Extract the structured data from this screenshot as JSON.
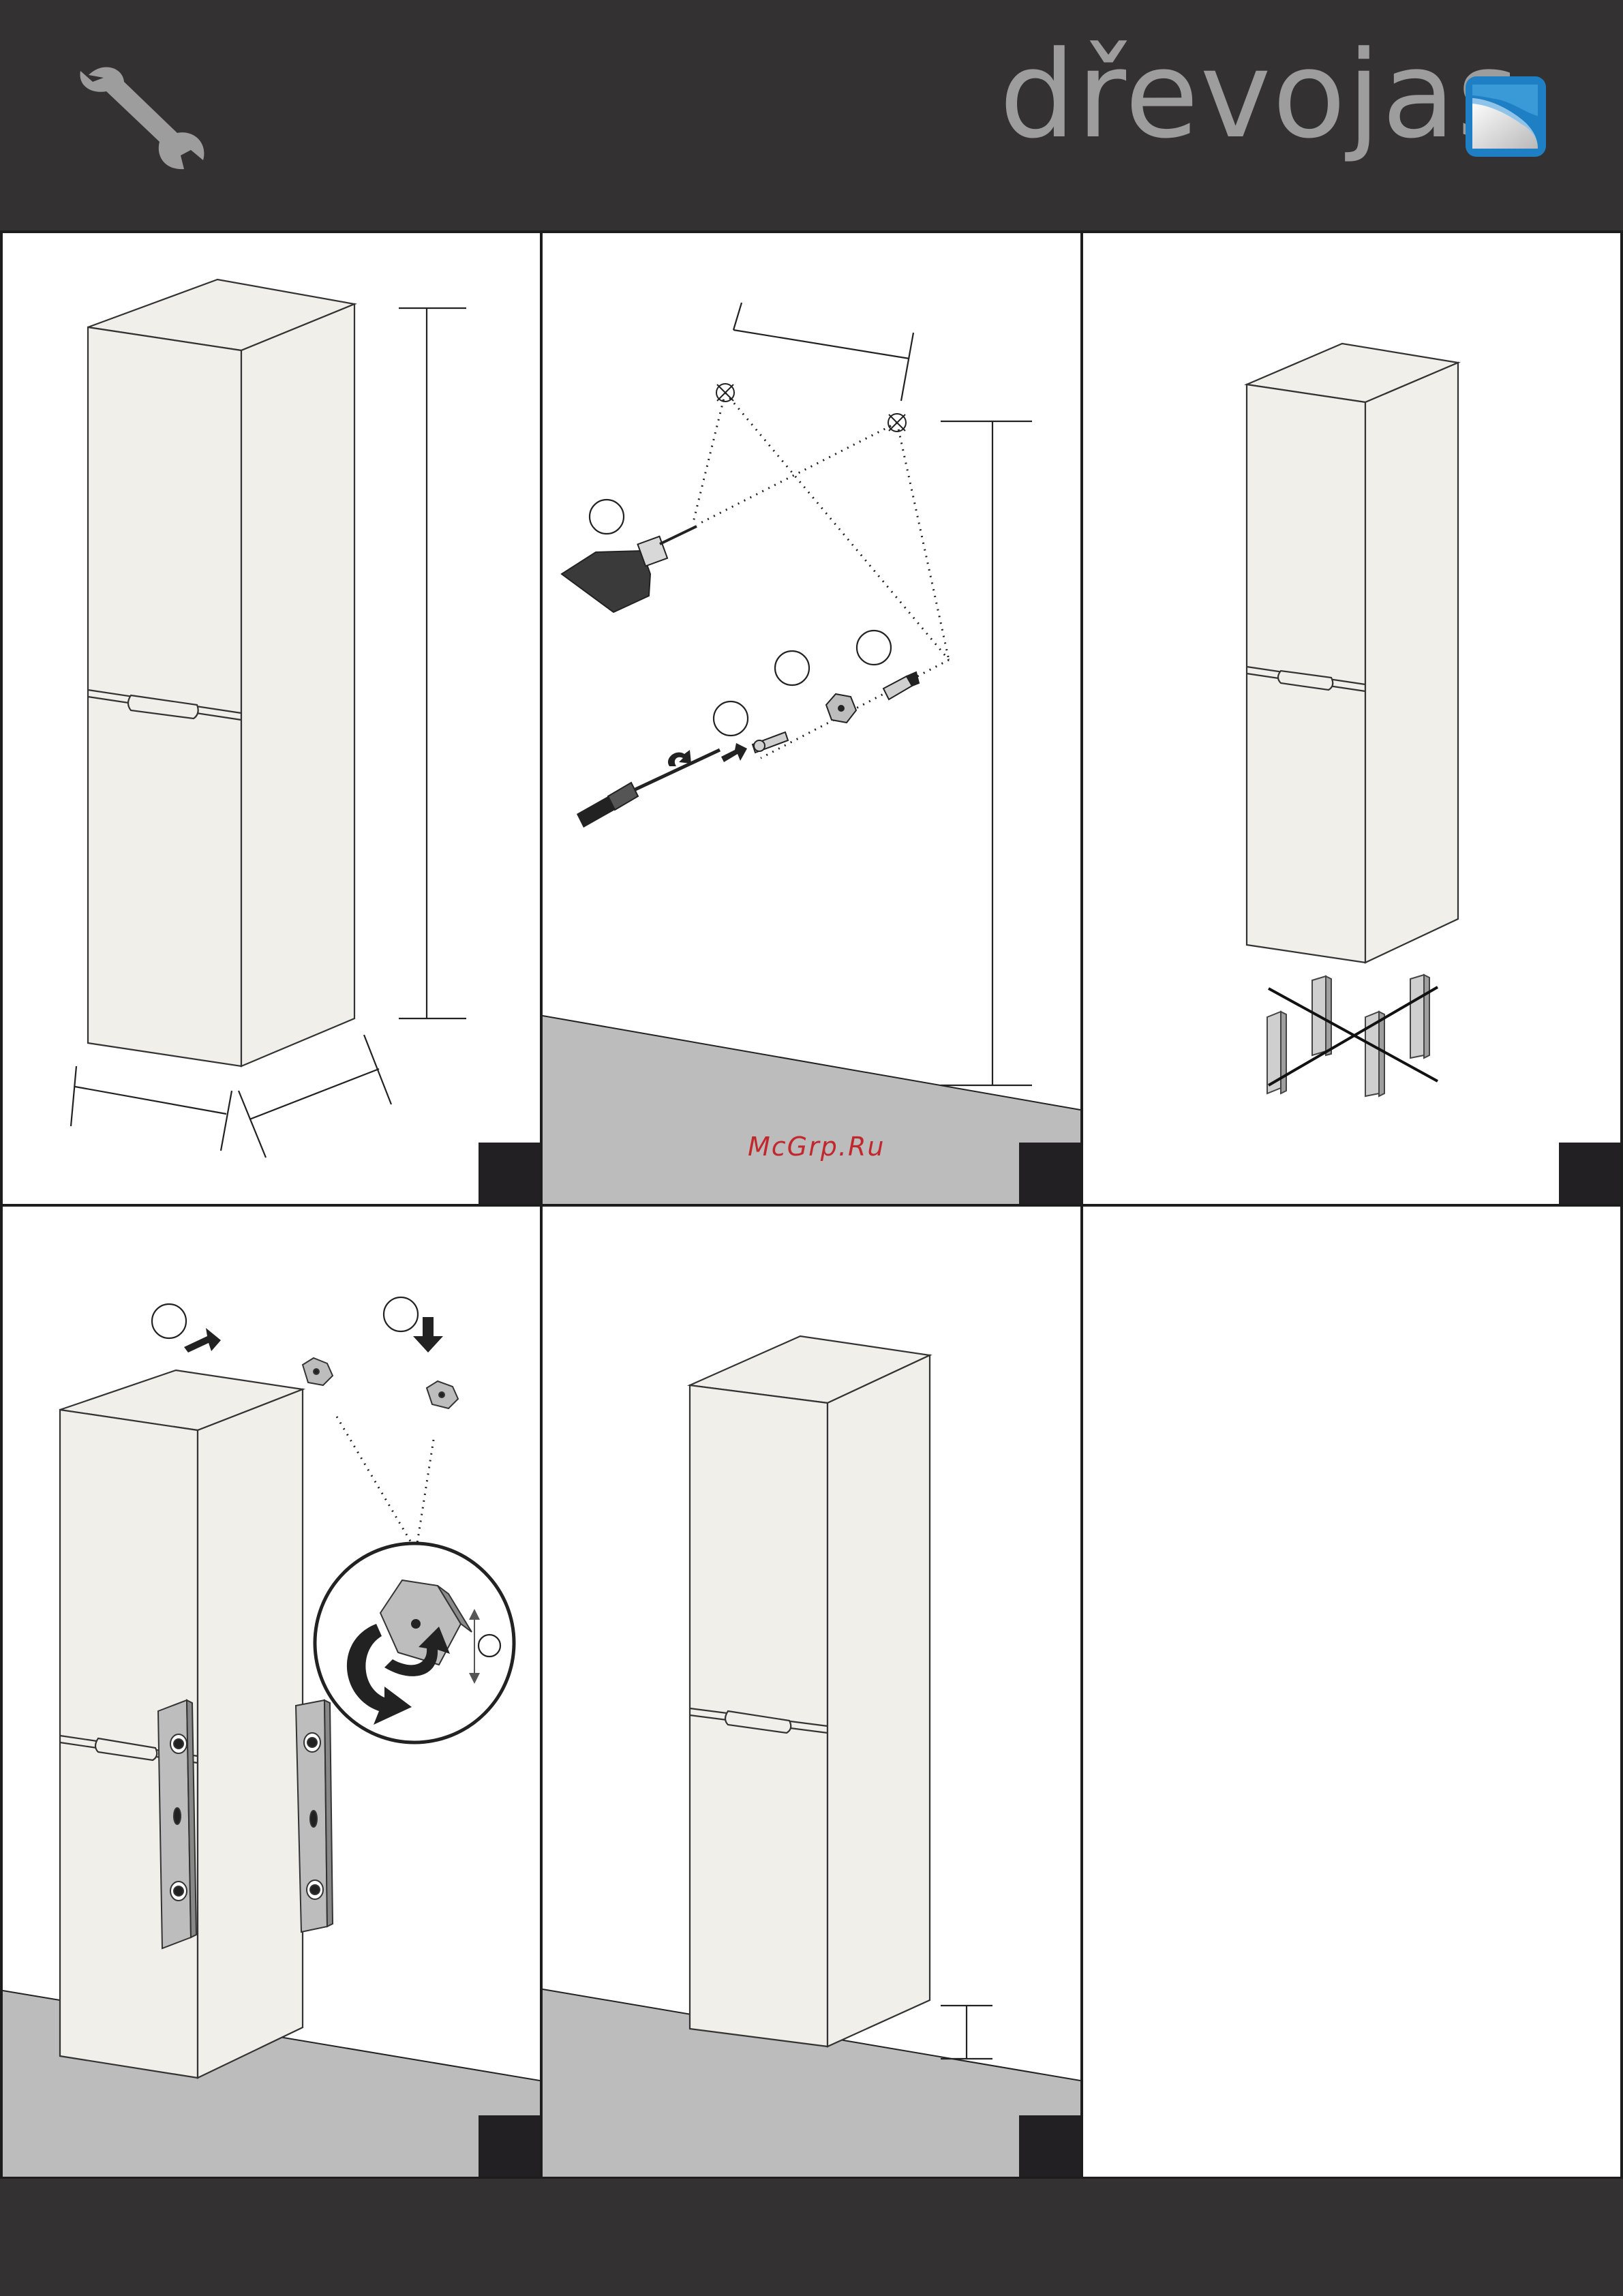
{
  "header": {
    "brand_name": "dřevojas",
    "brand_color": "#9d9d9d",
    "logo_color": "#1f7fc4",
    "tool_icon": "wrench-icon",
    "background": "#343133"
  },
  "watermark": {
    "text": "McGrp.Ru",
    "color": "#c0282d"
  },
  "panels": [
    {
      "name": "cabinet-dimensions"
    },
    {
      "name": "drill-wall-mounting"
    },
    {
      "name": "do-not-stand-on-legs"
    },
    {
      "name": "attach-mounting-brackets"
    },
    {
      "name": "hang-cabinet-floor-clearance"
    },
    {
      "name": "empty-panel"
    }
  ],
  "footer": {
    "background": "#343133"
  }
}
